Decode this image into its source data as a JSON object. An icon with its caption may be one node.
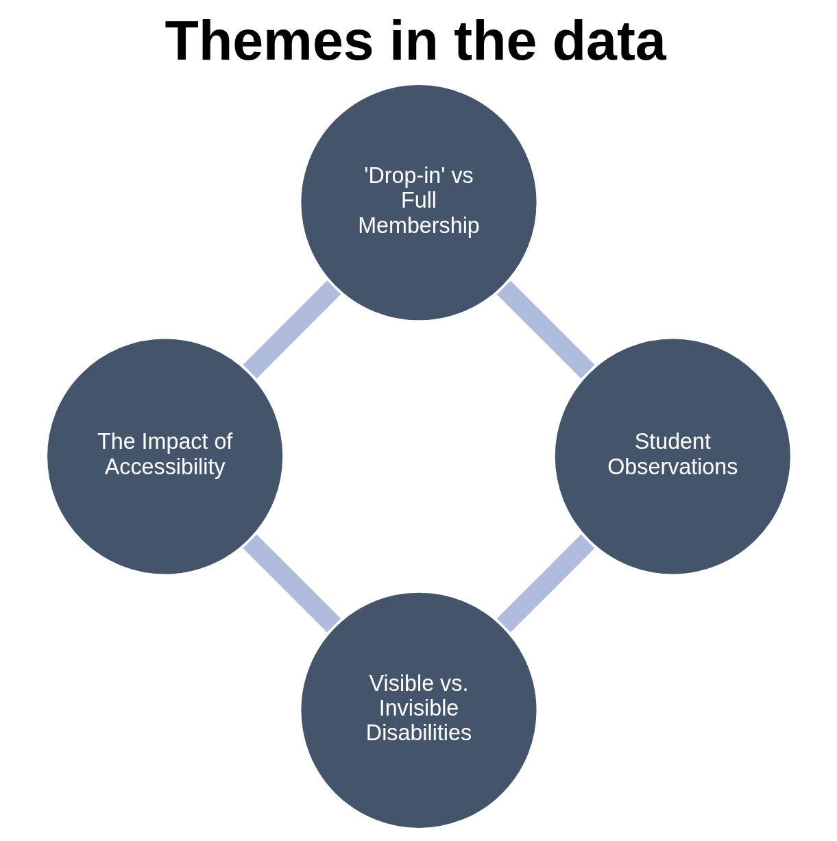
{
  "diagram": {
    "title": "Themes in the data",
    "nodes": [
      {
        "text": [
          "Visible vs. Invisible Disabilities"
        ]
      },
      {
        "text": [
          "The Impact of Accessibility"
        ]
      },
      {
        "text": [
          "'Drop-in' vs Full Membership"
        ]
      },
      {
        "text": [
          "Student Observations"
        ]
      }
    ],
    "edges": [
      {
        "from": 0,
        "to": 1,
        "arrow": "none"
      },
      {
        "from": 1,
        "to": 2,
        "arrow": "none"
      },
      {
        "from": 2,
        "to": 3,
        "arrow": "none"
      },
      {
        "from": 3,
        "to": 0,
        "arrow": "none"
      }
    ]
  }
}
